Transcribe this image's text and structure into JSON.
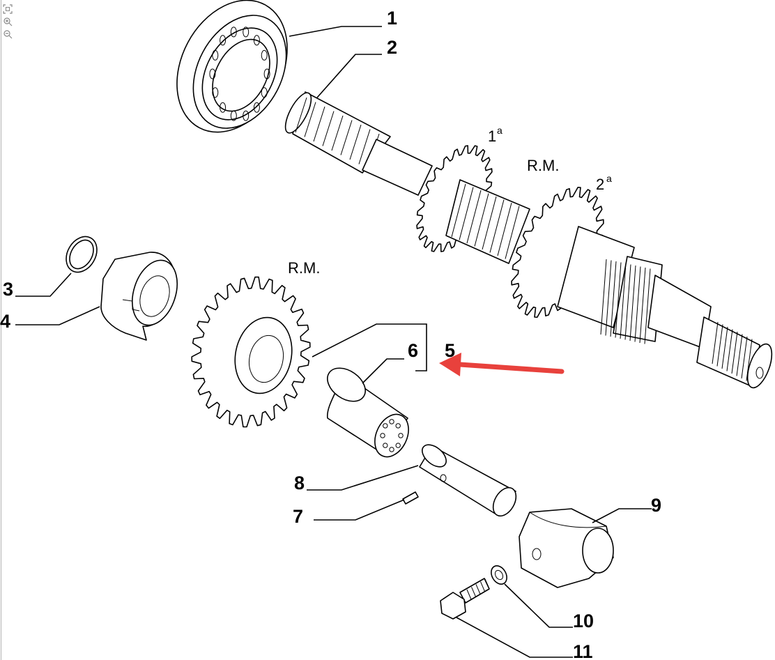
{
  "diagram": {
    "callouts": [
      "1",
      "2",
      "3",
      "4",
      "5",
      "6",
      "7",
      "8",
      "9",
      "10",
      "11"
    ],
    "gear_labels": {
      "first": "1",
      "first_sup": "a",
      "reverse_top": "R.M.",
      "second": "2",
      "second_sup": "a",
      "reverse_gear": "R.M."
    }
  },
  "viewer_tools": [
    {
      "name": "fit-icon"
    },
    {
      "name": "zoom-in-icon"
    },
    {
      "name": "zoom-out-icon"
    }
  ],
  "annotation": {
    "arrow_color": "#e8413c"
  }
}
